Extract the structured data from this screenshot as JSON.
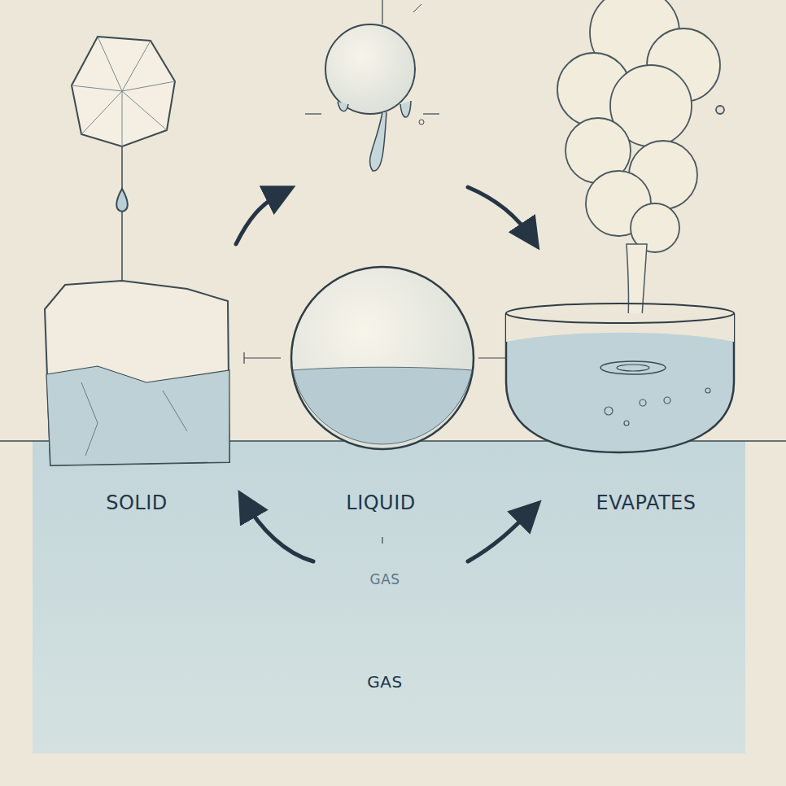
{
  "diagram": {
    "labels": [
      "SOLID",
      "LIQUID",
      "EVAPATES",
      "GAS",
      "GAS"
    ]
  }
}
